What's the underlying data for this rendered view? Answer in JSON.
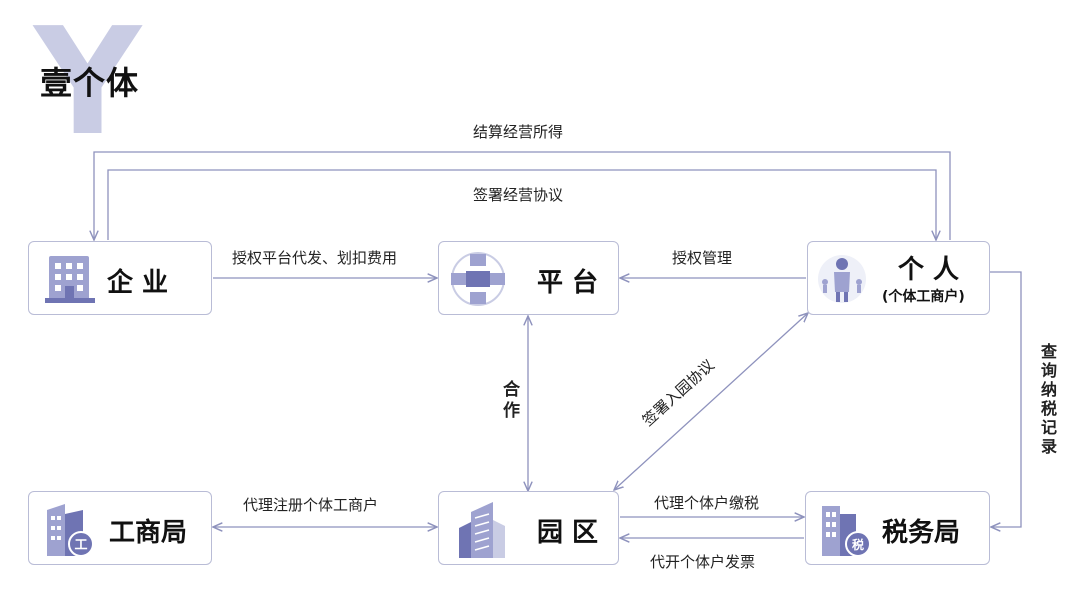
{
  "header": {
    "logo_letter": "Y",
    "title": "壹个体"
  },
  "nodes": {
    "enterprise": {
      "label": "企 业",
      "icon": "office-building-icon"
    },
    "platform": {
      "label": "平 台",
      "icon": "network-hub-icon"
    },
    "individual": {
      "label": "个 人",
      "sublabel": "(个体工商户)",
      "icon": "person-icon"
    },
    "aic": {
      "label": "工商局",
      "icon": "government-building-icon"
    },
    "park": {
      "label": "园 区",
      "icon": "skyscraper-icon"
    },
    "tax": {
      "label": "税务局",
      "icon": "tax-office-icon"
    }
  },
  "edges": {
    "settle_income": "结算经营所得",
    "sign_business_agreement": "签署经营协议",
    "authorize_payment": "授权平台代发、划扣费用",
    "authorize_management": "授权管理",
    "cooperation": "合作",
    "sign_park_agreement": "签署入园协议",
    "query_tax_records": "查询纳税记录",
    "register_business": "代理注册个体工商户",
    "pay_tax": "代理个体户缴税",
    "issue_invoice": "代开个体户发票"
  },
  "colors": {
    "line": "#8e92bd",
    "icon_fill": "#9ea2d0",
    "icon_dark": "#6f74b3",
    "logo_bg": "#c9cce4"
  }
}
